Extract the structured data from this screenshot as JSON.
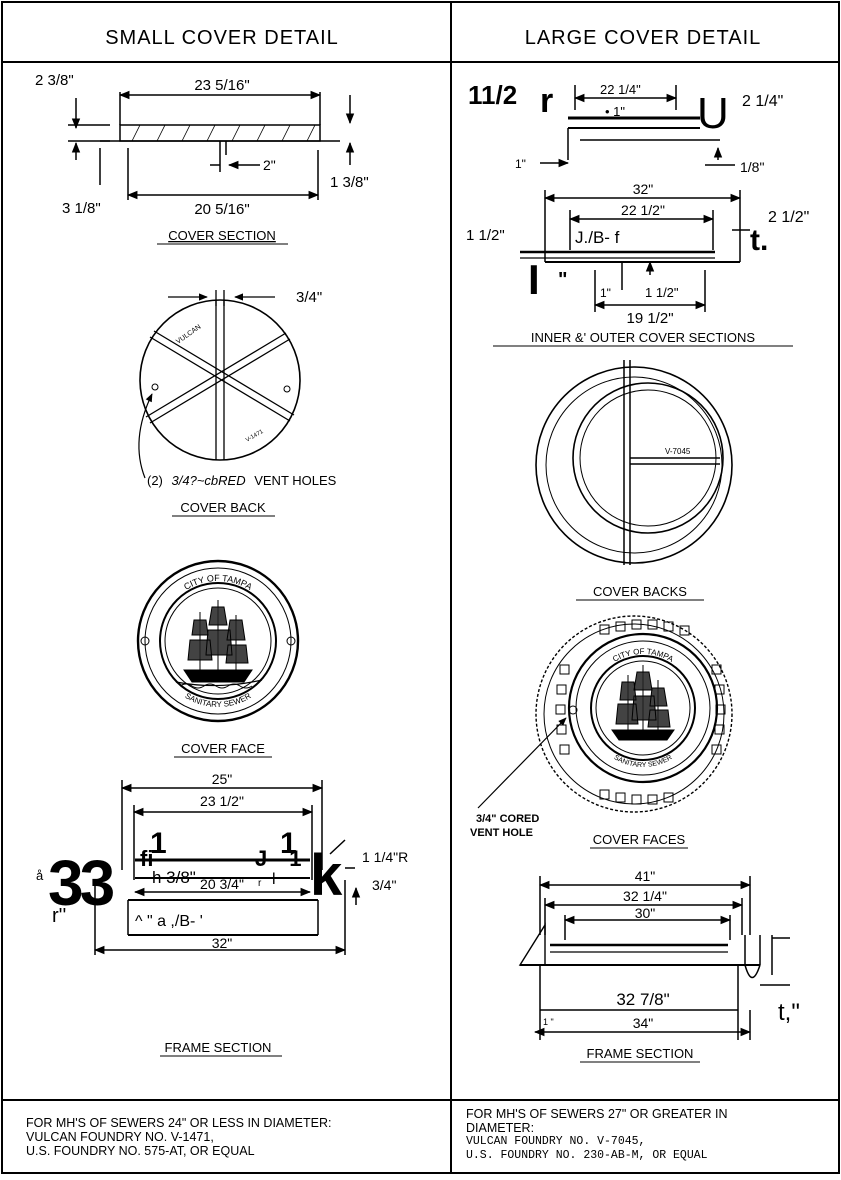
{
  "headers": {
    "small": "SMALL COVER DETAIL",
    "large": "LARGE COVER DETAIL"
  },
  "small": {
    "cover_section": {
      "caption": "COVER SECTION",
      "dims": {
        "overall": "23 5/16\"",
        "left_thickness": "2 3/8\"",
        "lug": "2\"",
        "right_depth": "1 3/8\"",
        "bottom_left": "3 1/8\"",
        "bottom_width": "20 5/16\""
      }
    },
    "cover_back": {
      "caption": "COVER BACK",
      "rib_width": "3/4\"",
      "stamp_top": "VULCAN",
      "stamp_num": "V-1471",
      "callout_prefix": "(2)",
      "callout_italic": "3/4?~cbRED",
      "callout_suffix": "VENT HOLES"
    },
    "cover_face": {
      "caption": "COVER FACE",
      "ring_top": "CITY OF TAMPA",
      "ring_bottom": "SANITARY SEWER"
    },
    "frame_section": {
      "caption": "FRAME SECTION",
      "dims": {
        "outer_top": "25\"",
        "inner_top": "23 1/2\"",
        "left_big": "33",
        "left_mark": "å",
        "mid_label": "h 3/8\"",
        "radius": "1 1/4\"R",
        "right_small": "3/4\"",
        "mid_width": "20 3/4\"",
        "bottom": "32\"",
        "mark_1a": "1",
        "mark_1b": "1",
        "garble_a": "fi-",
        "garble_b": "J—1",
        "garble_c": "k",
        "garble_d": "r",
        "garble_e": "l",
        "left_r": "r''",
        "base_garble": "^ \" a ,/B- '"
      }
    },
    "note": {
      "line1": "FOR MH'S OF SEWERS 24\" OR LESS IN DIAMETER:",
      "line2": "VULCAN FOUNDRY NO. V-1471,",
      "line3": "U.S. FOUNDRY NO. 575-AT, OR EQUAL"
    }
  },
  "large": {
    "cover_section": {
      "dims": {
        "left_big": "11/2",
        "bracket": "r",
        "top_width": "22 1/4\"",
        "dot_label": "• 1\"",
        "hook": "U",
        "right_label": "2 1/4\"",
        "bottom_left": "1\"",
        "bottom_right": "1/8\""
      }
    },
    "inner_outer": {
      "caption": "INNER &' OUTER COVER SECTIONS",
      "dims": {
        "overall": "32\"",
        "inner": "22 1/2\"",
        "left": "1 1/2\"",
        "right_t": "t.",
        "right_label": "2 1/2\"",
        "center_text": "J./B‑ f",
        "left_big_i": "I",
        "left_quote": "\"",
        "sub_1": "1\"",
        "sub_2": "1 1/2\"",
        "bottom": "19 1/2\""
      }
    },
    "cover_backs": {
      "caption": "COVER BACKS",
      "stamp": "V-7045"
    },
    "cover_faces": {
      "caption": "COVER FACES",
      "callout_line1": "3/4\" CORED",
      "callout_line2": "VENT HOLE",
      "ring_top": "CITY OF TAMPA",
      "ring_bottom": "SANITARY SEWER"
    },
    "frame_section": {
      "caption": "FRAME SECTION",
      "dims": {
        "outer": "41\"",
        "d2": "32 1/4\"",
        "d3": "30\"",
        "d4": "32 7/8\"",
        "d5": "34\"",
        "right_mark": "t,\"",
        "left_mark": "1 \""
      }
    },
    "note": {
      "line1": "FOR MH'S OF SEWERS 27\" OR GREATER IN",
      "line2": "DIAMETER:",
      "line3": "VULCAN FOUNDRY NO. V-7045,",
      "line4": "U.S. FOUNDRY NO. 230-AB-M, OR EQUAL"
    }
  }
}
